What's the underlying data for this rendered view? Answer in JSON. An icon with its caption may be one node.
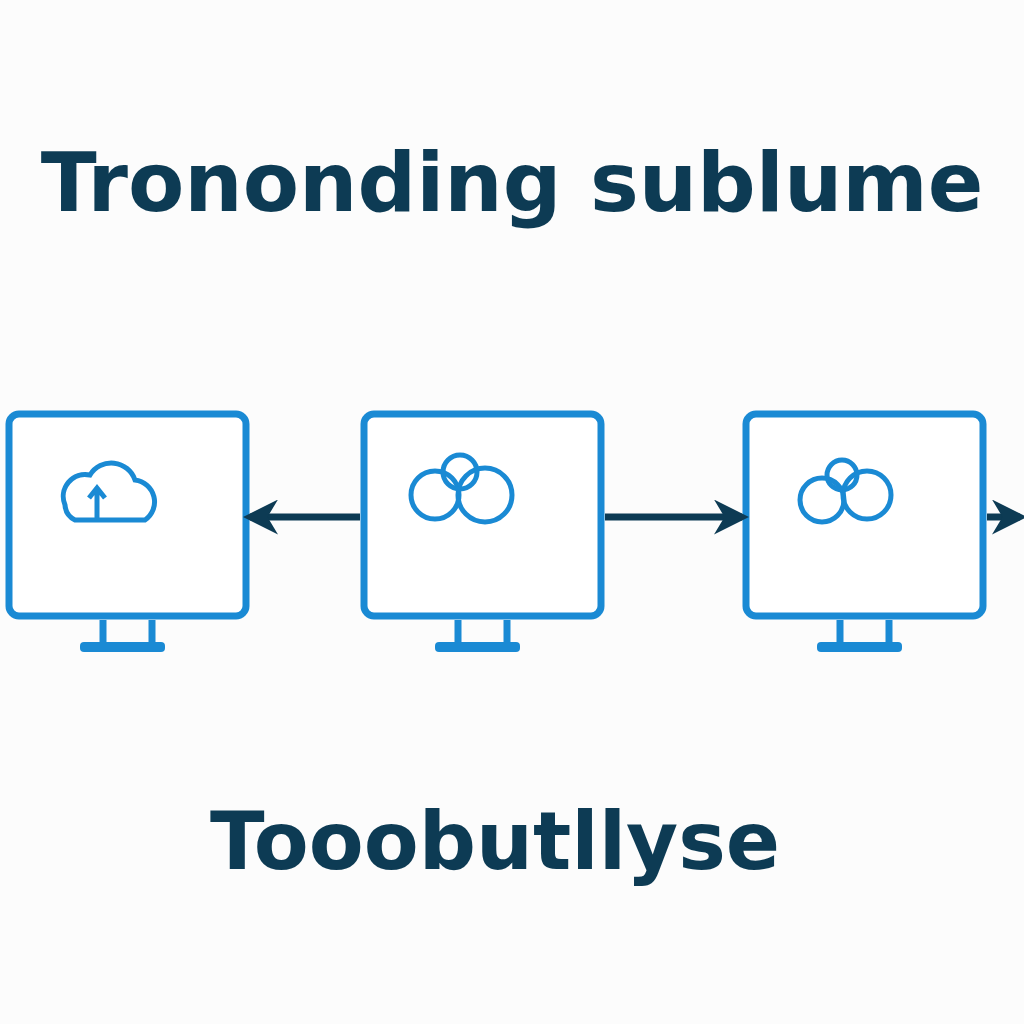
{
  "diagram": {
    "title": "Trononding sublume",
    "caption": "Tooobutllyse",
    "nodes": [
      {
        "text": [],
        "shape": "picture"
      },
      {
        "text": [],
        "shape": "picture"
      },
      {
        "text": [],
        "shape": "picture"
      }
    ],
    "edges": [
      {
        "from": 1,
        "to": 0,
        "arrow": "to"
      },
      {
        "from": 1,
        "to": 2,
        "arrow": "to"
      },
      {
        "from": 2,
        "to": null,
        "arrow": "to"
      }
    ]
  }
}
